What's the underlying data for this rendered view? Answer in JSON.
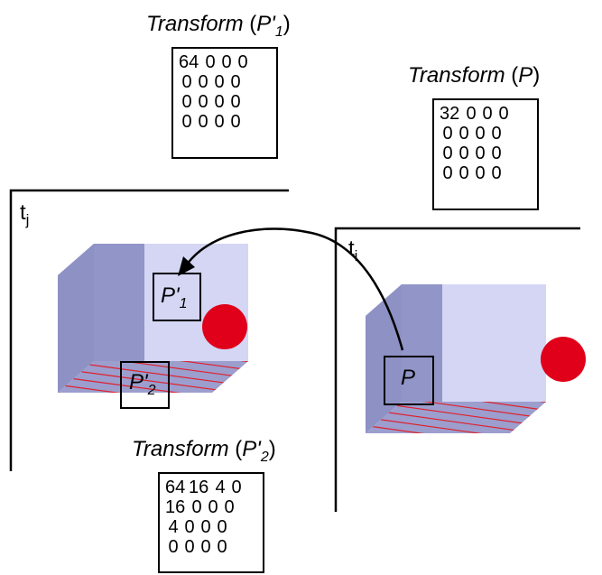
{
  "colors": {
    "cube_front": "#8e91c4",
    "cube_side": "#d4d6f4",
    "cube_top": "#a6a8d8",
    "cube_bottom": "#9c9ece",
    "stripe": "#e0202a",
    "sphere": "#e0001a",
    "line": "#000000"
  },
  "transform_p1": {
    "title_word": "Transform",
    "title_arg": "P'",
    "title_sub": "1",
    "rows": [
      [
        "64",
        "0",
        "0",
        "0"
      ],
      [
        "0",
        "0",
        "0",
        "0"
      ],
      [
        "0",
        "0",
        "0",
        "0"
      ],
      [
        "0",
        "0",
        "0",
        "0"
      ]
    ]
  },
  "transform_p": {
    "title_word": "Transform",
    "title_arg": "P",
    "rows": [
      [
        "32",
        "0",
        "0",
        "0"
      ],
      [
        "0",
        "0",
        "0",
        "0"
      ],
      [
        "0",
        "0",
        "0",
        "0"
      ],
      [
        "0",
        "0",
        "0",
        "0"
      ]
    ]
  },
  "transform_p2": {
    "title_word": "Transform",
    "title_arg": "P'",
    "title_sub": "2",
    "rows": [
      [
        "64",
        "16",
        "4",
        "0"
      ],
      [
        "16",
        "0",
        "0",
        "0"
      ],
      [
        "4",
        "0",
        "0",
        "0"
      ],
      [
        "0",
        "0",
        "0",
        "0"
      ]
    ]
  },
  "frames": {
    "tj": {
      "base": "t",
      "sub": "j"
    },
    "ti": {
      "base": "t",
      "sub": "i"
    }
  },
  "patches": {
    "p1": {
      "base": "P'",
      "sub": "1"
    },
    "p2": {
      "base": "P'",
      "sub": "2"
    },
    "p": {
      "base": "P"
    }
  },
  "icons": {
    "sphere_left": "sphere",
    "sphere_right": "sphere",
    "arrow": "curved-arrow"
  }
}
